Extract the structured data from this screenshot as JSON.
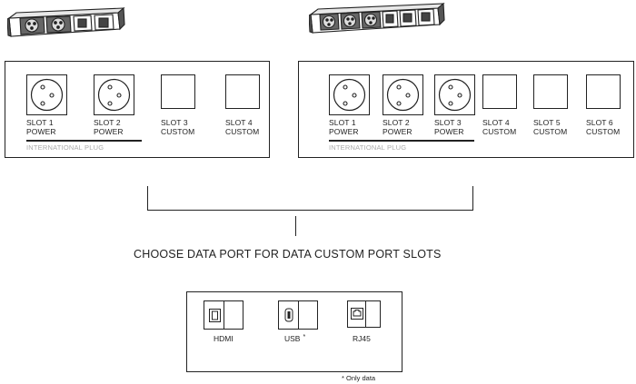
{
  "left_panel": {
    "slots": [
      {
        "slot": "SLOT 1",
        "type": "POWER"
      },
      {
        "slot": "SLOT 2",
        "type": "POWER"
      },
      {
        "slot": "SLOT 3",
        "type": "CUSTOM"
      },
      {
        "slot": "SLOT 4",
        "type": "CUSTOM"
      }
    ],
    "power_group_label": "INTERNATIONAL PLUG"
  },
  "right_panel": {
    "slots": [
      {
        "slot": "SLOT 1",
        "type": "POWER"
      },
      {
        "slot": "SLOT 2",
        "type": "POWER"
      },
      {
        "slot": "SLOT 3",
        "type": "POWER"
      },
      {
        "slot": "SLOT 4",
        "type": "CUSTOM"
      },
      {
        "slot": "SLOT 5",
        "type": "CUSTOM"
      },
      {
        "slot": "SLOT 6",
        "type": "CUSTOM"
      }
    ],
    "power_group_label": "INTERNATIONAL PLUG"
  },
  "heading": "CHOOSE DATA PORT FOR DATA CUSTOM PORT SLOTS",
  "data_ports": [
    {
      "label": "HDMI",
      "icon": "hdmi-port-icon"
    },
    {
      "label": "USB",
      "marker": "*",
      "icon": "usb-c-port-icon"
    },
    {
      "label": "RJ45",
      "icon": "rj45-port-icon"
    }
  ],
  "footnote": "* Only data",
  "colors": {
    "line": "#222222",
    "muted": "#aaaaaa"
  }
}
